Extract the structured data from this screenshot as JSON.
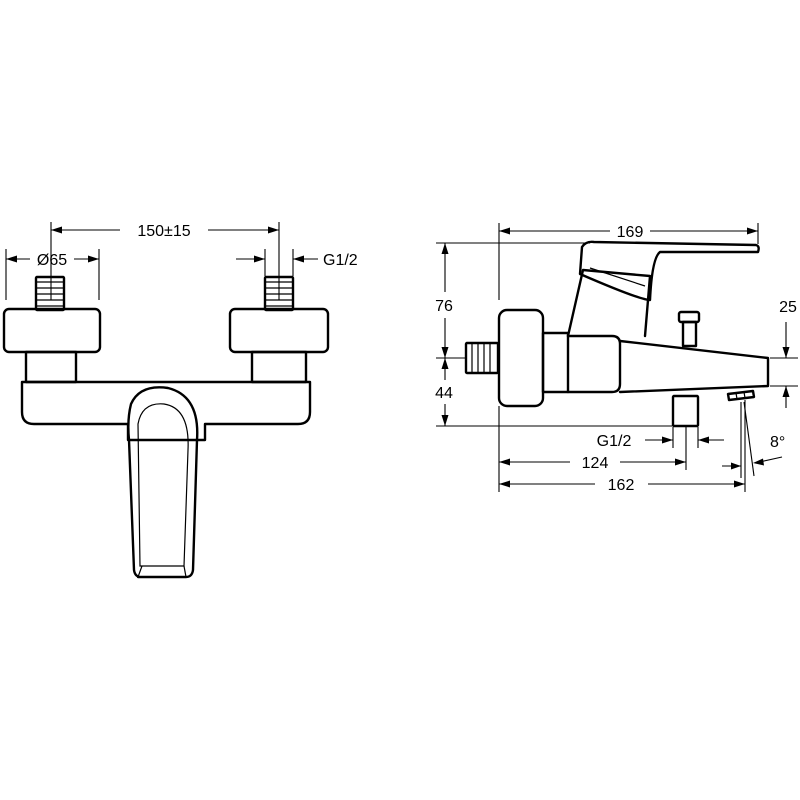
{
  "front_view": {
    "dim_spacing": "150±15",
    "dim_diameter": "Ø65",
    "dim_thread": "G1/2"
  },
  "side_view": {
    "dim_length_top": "169",
    "dim_height_upper": "76",
    "dim_height_lower": "44",
    "dim_outlet_height": "25",
    "dim_outlet_thread": "G1/2",
    "dim_outlet_length": "124",
    "dim_total_length": "162",
    "dim_angle": "8°"
  }
}
